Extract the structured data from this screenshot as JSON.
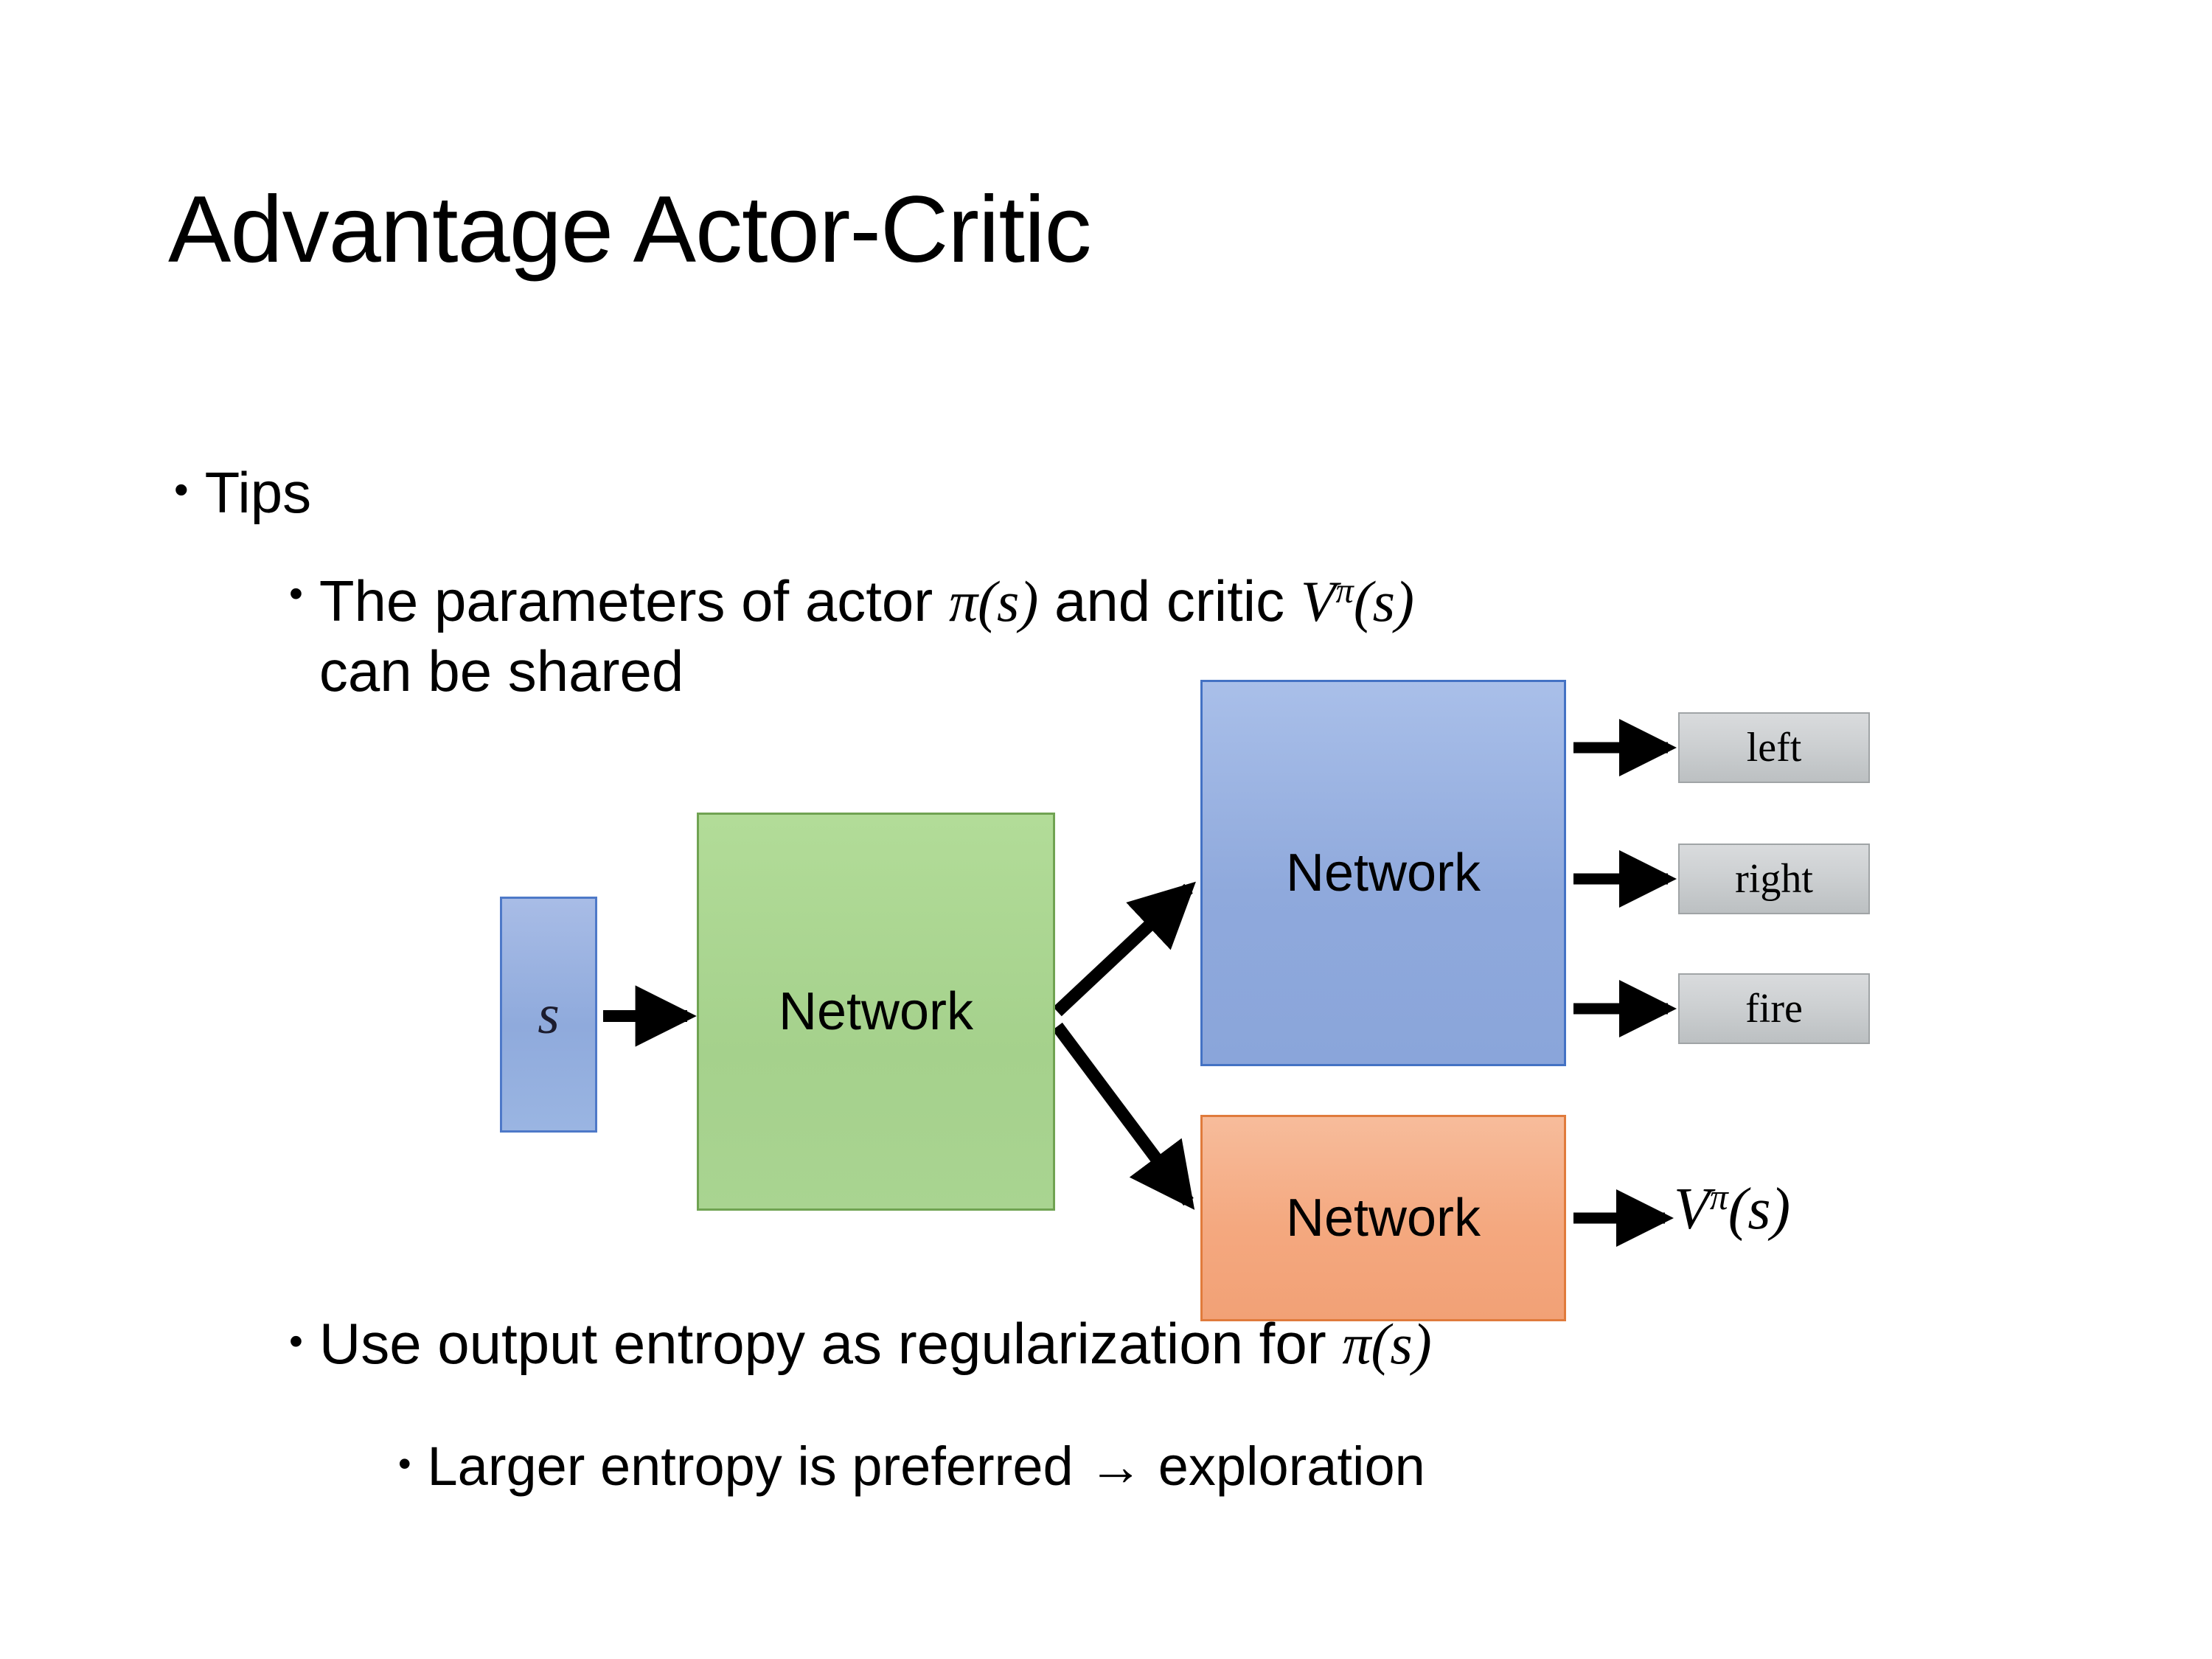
{
  "slide": {
    "title": "Advantage Actor-Critic",
    "background_color": "#ffffff"
  },
  "bullets": [
    {
      "level": 1,
      "marker": "•",
      "text": "Tips"
    },
    {
      "level": 2,
      "marker": "•",
      "text_line1_prefix": "The parameters of actor ",
      "math_pi_of_s": "π(s)",
      "text_line1_mid": "  and critic ",
      "math_v_pi_of_s": "V",
      "math_v_sup": "π",
      "math_v_arg": "(s)",
      "text_line2": "can be shared"
    },
    {
      "level": 2,
      "marker": "•",
      "text_prefix": "Use output entropy as regularization for ",
      "math_suffix": "π(s)"
    },
    {
      "level": 3,
      "marker": "•",
      "text": "Larger entropy is preferred → exploration"
    }
  ],
  "diagram": {
    "input": {
      "label": "s",
      "fill": "#8faadc",
      "border": "#4472c4"
    },
    "shared_network": {
      "label": "Network",
      "fill": "#a9d18e",
      "border": "#70a352"
    },
    "actor_network": {
      "label": "Network",
      "fill": "#8faadc",
      "border": "#4472c4"
    },
    "critic_network": {
      "label": "Network",
      "fill": "#f4a87f",
      "border": "#e07b3c"
    },
    "action_outputs": [
      {
        "label": "left",
        "fill": "#cdd0d2"
      },
      {
        "label": "right",
        "fill": "#cdd0d2"
      },
      {
        "label": "fire",
        "fill": "#cdd0d2"
      }
    ],
    "value_output": {
      "base": "V",
      "superscript": "π",
      "argument": "(s)"
    },
    "arrow_color": "#000000"
  }
}
